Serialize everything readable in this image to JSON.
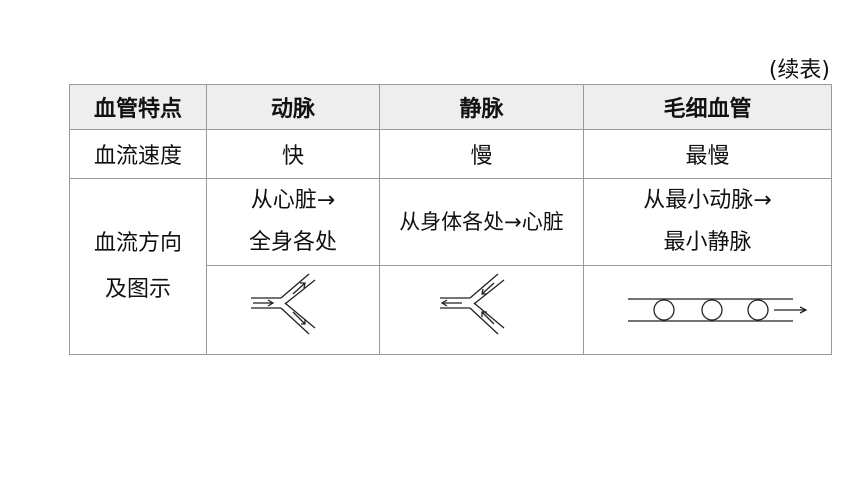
{
  "continued_label": "(续表)",
  "table": {
    "headers": [
      "血管特点",
      "动脉",
      "静脉",
      "毛细血管"
    ],
    "speed_row": {
      "label": "血流速度",
      "artery": "快",
      "vein": "慢",
      "capillary": "最慢"
    },
    "direction_row": {
      "label_line1": "血流方向",
      "label_line2": "及图示",
      "artery_line1": "从心脏→",
      "artery_line2": "全身各处",
      "vein": "从身体各处→心脏",
      "capillary_line1": "从最小动脉→",
      "capillary_line2": "最小静脉"
    }
  }
}
